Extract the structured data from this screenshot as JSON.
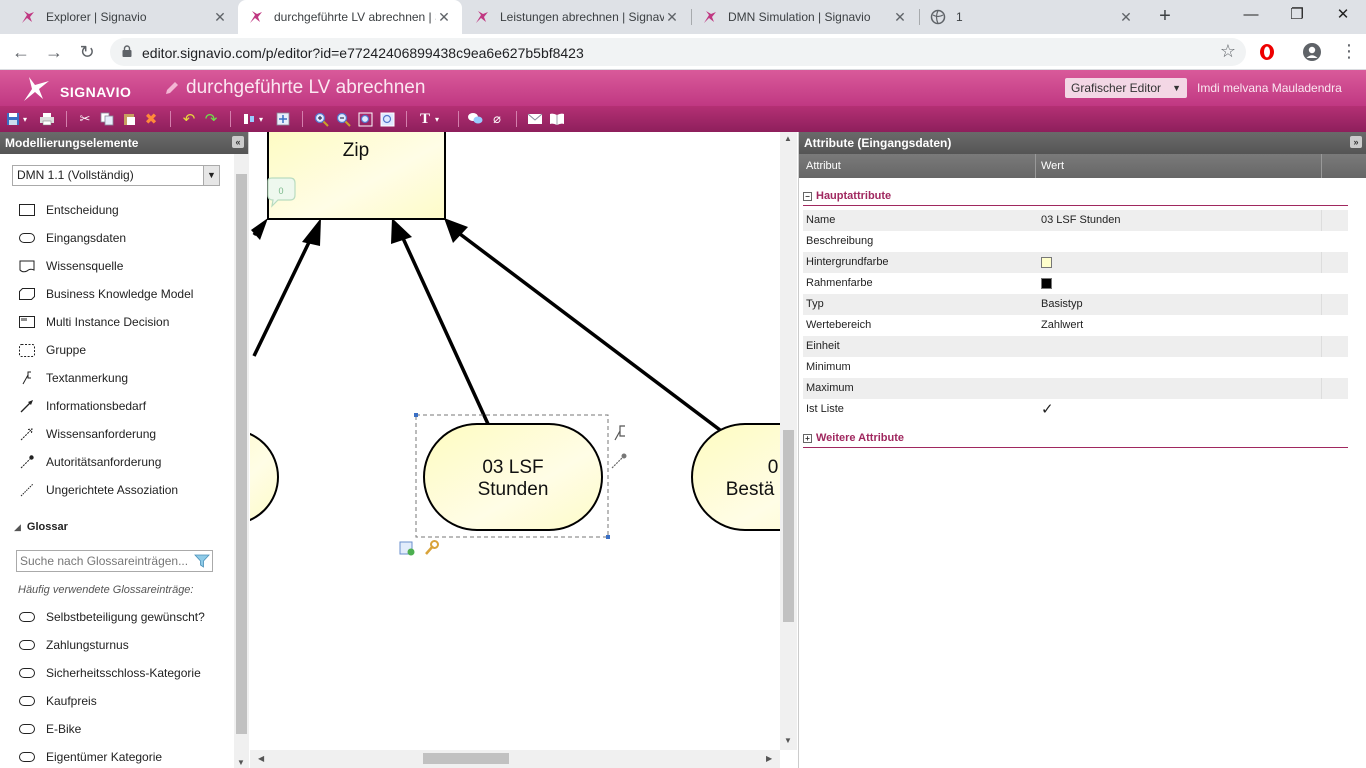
{
  "browser": {
    "tabs": [
      {
        "title": "Explorer | Signavio",
        "active": false
      },
      {
        "title": "durchgeführte LV abrechnen | S",
        "active": true
      },
      {
        "title": "Leistungen abrechnen | Signavio",
        "active": false
      },
      {
        "title": "DMN Simulation | Signavio",
        "active": false
      },
      {
        "title": "1",
        "active": false
      }
    ],
    "url": "editor.signavio.com/p/editor?id=e77242406899438c9ea6e627b5bf8423"
  },
  "app": {
    "brand": "SIGNAVIO",
    "doc_title": "durchgeführte LV abrechnen",
    "editor_mode": "Grafischer Editor",
    "user": "Imdi melvana Mauladendra",
    "accent_color": "#c03882"
  },
  "left_panel": {
    "title": "Modellierungselemente",
    "dmn_version": "DMN 1.1 (Vollständig)",
    "elements": [
      {
        "label": "Entscheidung",
        "icon": "decision-icon"
      },
      {
        "label": "Eingangsdaten",
        "icon": "input-data-icon"
      },
      {
        "label": "Wissensquelle",
        "icon": "knowledge-source-icon"
      },
      {
        "label": "Business Knowledge Model",
        "icon": "bkm-icon"
      },
      {
        "label": "Multi Instance Decision",
        "icon": "multi-instance-icon"
      },
      {
        "label": "Gruppe",
        "icon": "group-icon"
      },
      {
        "label": "Textanmerkung",
        "icon": "text-annotation-icon"
      },
      {
        "label": "Informationsbedarf",
        "icon": "information-requirement-icon"
      },
      {
        "label": "Wissensanforderung",
        "icon": "knowledge-requirement-icon"
      },
      {
        "label": "Autoritätsanforderung",
        "icon": "authority-requirement-icon"
      },
      {
        "label": "Ungerichtete Assoziation",
        "icon": "association-icon"
      }
    ],
    "glossar": {
      "title": "Glossar",
      "search_placeholder": "Suche nach Glossareinträgen...",
      "frequent_label": "Häufig verwendete Glossareinträge:",
      "items": [
        "Selbstbeteiligung gewünscht?",
        "Zahlungsturnus",
        "Sicherheitsschloss-Kategorie",
        "Kaufpreis",
        "E-Bike",
        "Eigentümer Kategorie"
      ]
    }
  },
  "canvas": {
    "decision_label": "Zip",
    "comment_count": "0",
    "input_center_label_line1": "03 LSF",
    "input_center_label_line2": "Stunden",
    "input_right_label_line1": "0",
    "input_right_label_line2": "Bestä",
    "fill_color": "#fefbc8"
  },
  "right_panel": {
    "title": "Attribute (Eingangsdaten)",
    "col_attr": "Attribut",
    "col_value": "Wert",
    "group_main": "Hauptattribute",
    "group_more": "Weitere Attribute",
    "rows": [
      {
        "key": "Name",
        "value": "03 LSF Stunden"
      },
      {
        "key": "Beschreibung",
        "value": ""
      },
      {
        "key": "Hintergrundfarbe",
        "value": "",
        "swatch": "#ffffcc"
      },
      {
        "key": "Rahmenfarbe",
        "value": "",
        "swatch": "#000000"
      },
      {
        "key": "Typ",
        "value": "Basistyp"
      },
      {
        "key": "Wertebereich",
        "value": "Zahlwert"
      },
      {
        "key": "Einheit",
        "value": ""
      },
      {
        "key": "Minimum",
        "value": ""
      },
      {
        "key": "Maximum",
        "value": ""
      },
      {
        "key": "Ist Liste",
        "value": "✓"
      }
    ]
  }
}
